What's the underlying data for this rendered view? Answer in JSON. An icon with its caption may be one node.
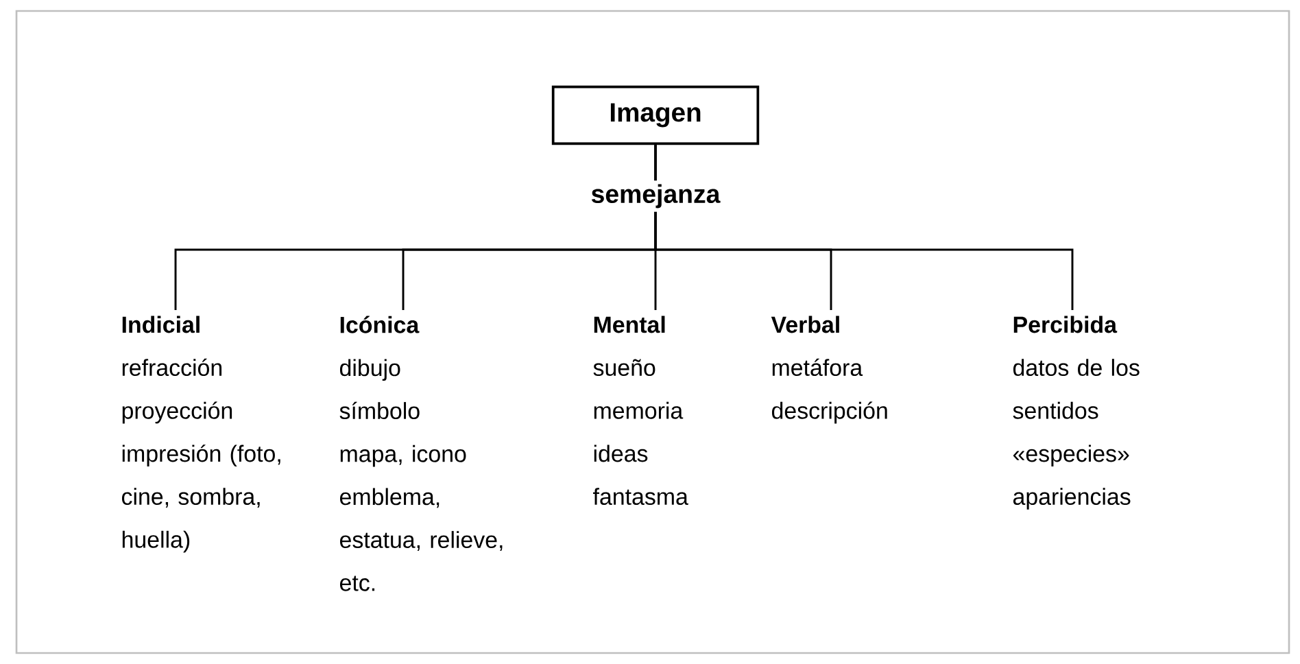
{
  "diagram": {
    "nodes": [
      {
        "text": [
          "Imagen"
        ]
      },
      {
        "text": [
          "Indicial",
          "refracción",
          "proyección",
          "impresión (foto, cine, sombra, huella)"
        ]
      },
      {
        "text": [
          "Icónica",
          "dibujo",
          "símbolo",
          "mapa, icono",
          "emblema, estatua, relieve, etc."
        ]
      },
      {
        "text": [
          "Mental",
          "sueño",
          "memoria",
          "ideas",
          "fantasma"
        ]
      },
      {
        "text": [
          "Verbal",
          "metáfora",
          "descripción"
        ]
      },
      {
        "text": [
          "Percibida",
          "datos de los sentidos",
          "«especies»",
          "apariencias"
        ]
      }
    ],
    "edges": [
      {
        "from": 0,
        "to": 1,
        "arrow": "none"
      },
      {
        "from": 0,
        "to": 2,
        "arrow": "none"
      },
      {
        "from": 0,
        "to": 3,
        "arrow": "none"
      },
      {
        "from": 0,
        "to": 4,
        "arrow": "none"
      },
      {
        "from": 0,
        "to": 5,
        "arrow": "none"
      }
    ],
    "labels": [
      "semejanza"
    ]
  }
}
